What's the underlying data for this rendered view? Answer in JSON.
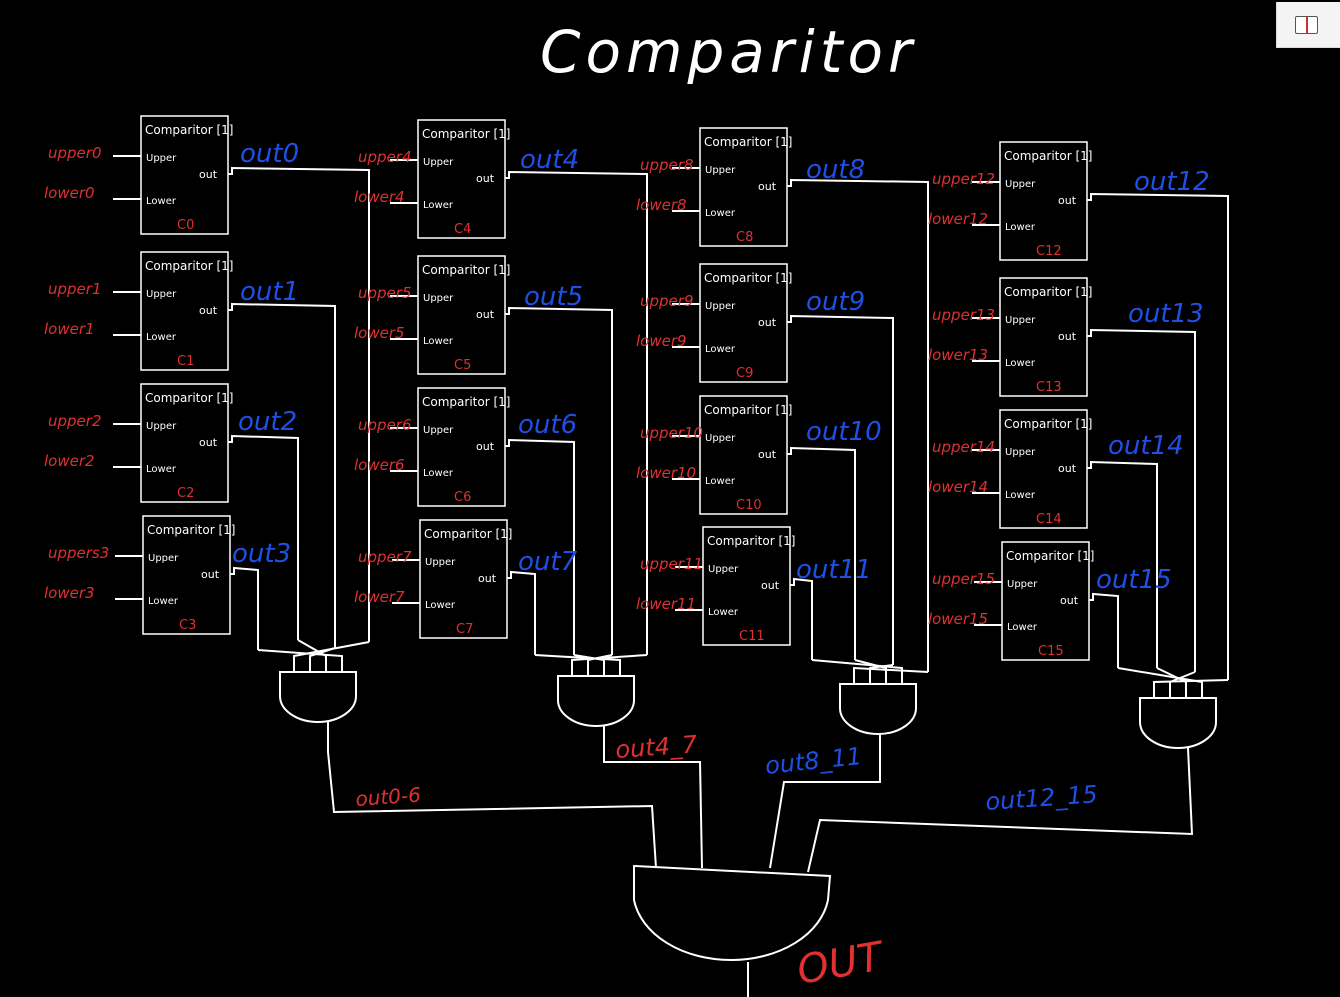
{
  "title": "Comparitor",
  "colors": {
    "background": "#000000",
    "wire": "#ffffff",
    "input_label": "#e03030",
    "output_label": "#1e50e6",
    "chip_name": "#e03030"
  },
  "chip_header": "Comparitor [1]",
  "port_upper": "Upper",
  "port_lower": "Lower",
  "port_out": "out",
  "comparators": [
    {
      "name": "C0",
      "upper": "upper0",
      "lower": "lower0",
      "out": "out0"
    },
    {
      "name": "C1",
      "upper": "upper1",
      "lower": "lower1",
      "out": "out1"
    },
    {
      "name": "C2",
      "upper": "upper2",
      "lower": "lower2",
      "out": "out2"
    },
    {
      "name": "C3",
      "upper": "uppers3",
      "lower": "lower3",
      "out": "out3"
    },
    {
      "name": "C4",
      "upper": "upper4",
      "lower": "lower4",
      "out": "out4"
    },
    {
      "name": "C5",
      "upper": "upper5",
      "lower": "lower5",
      "out": "out5"
    },
    {
      "name": "C6",
      "upper": "upper6",
      "lower": "lower6",
      "out": "out6"
    },
    {
      "name": "C7",
      "upper": "upper7",
      "lower": "lower7",
      "out": "out7"
    },
    {
      "name": "C8",
      "upper": "upper8",
      "lower": "lower8",
      "out": "out8"
    },
    {
      "name": "C9",
      "upper": "upper9",
      "lower": "lower9",
      "out": "out9"
    },
    {
      "name": "C10",
      "upper": "upper10",
      "lower": "lower10",
      "out": "out10"
    },
    {
      "name": "C11",
      "upper": "upper11",
      "lower": "lower11",
      "out": "out11"
    },
    {
      "name": "C12",
      "upper": "upper12",
      "lower": "lower12",
      "out": "out12"
    },
    {
      "name": "C13",
      "upper": "upper13",
      "lower": "lower13",
      "out": "out13"
    },
    {
      "name": "C14",
      "upper": "upper14",
      "lower": "lower14",
      "out": "out14"
    },
    {
      "name": "C15",
      "upper": "upper15",
      "lower": "lower15",
      "out": "out15"
    }
  ],
  "group_outputs": [
    "out0-6",
    "out4_7",
    "out8_11",
    "out12_15"
  ],
  "final_output": "OUT",
  "toolbar": {
    "panel_icon": "book-icon"
  }
}
